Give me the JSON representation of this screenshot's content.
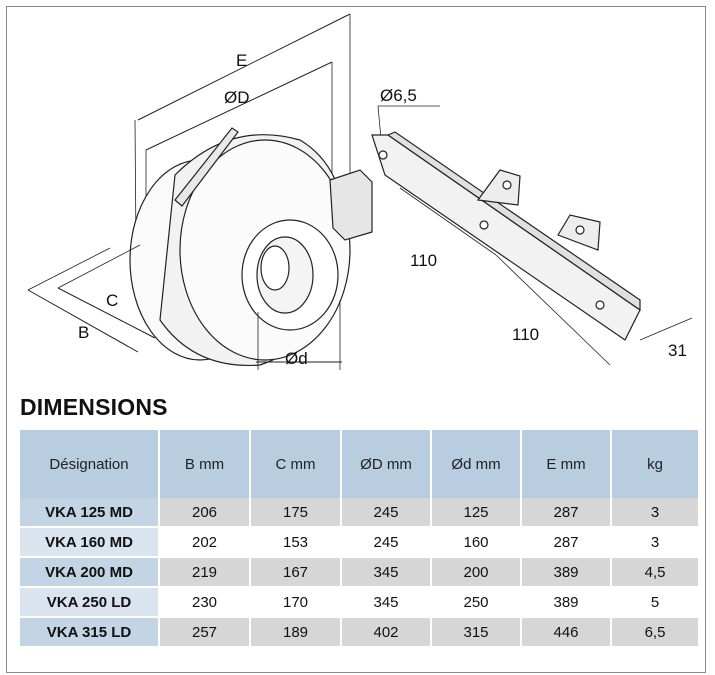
{
  "drawing": {
    "labels": {
      "e": "E",
      "od_big": "ØD",
      "c": "C",
      "b": "B",
      "od_small": "Ød",
      "hole": "Ø6,5",
      "len_a": "110",
      "len_b": "110",
      "width": "31"
    }
  },
  "section_title": "DIMENSIONS",
  "table": {
    "headers": [
      "Désignation",
      "B mm",
      "C mm",
      "ØD mm",
      "Ød mm",
      "E mm",
      "kg"
    ],
    "rows": [
      [
        "VKA 125 MD",
        "206",
        "175",
        "245",
        "125",
        "287",
        "3"
      ],
      [
        "VKA 160 MD",
        "202",
        "153",
        "245",
        "160",
        "287",
        "3"
      ],
      [
        "VKA 200 MD",
        "219",
        "167",
        "345",
        "200",
        "389",
        "4,5"
      ],
      [
        "VKA 250 LD",
        "230",
        "170",
        "345",
        "250",
        "389",
        "5"
      ],
      [
        "VKA 315 LD",
        "257",
        "189",
        "402",
        "315",
        "446",
        "6,5"
      ]
    ]
  }
}
